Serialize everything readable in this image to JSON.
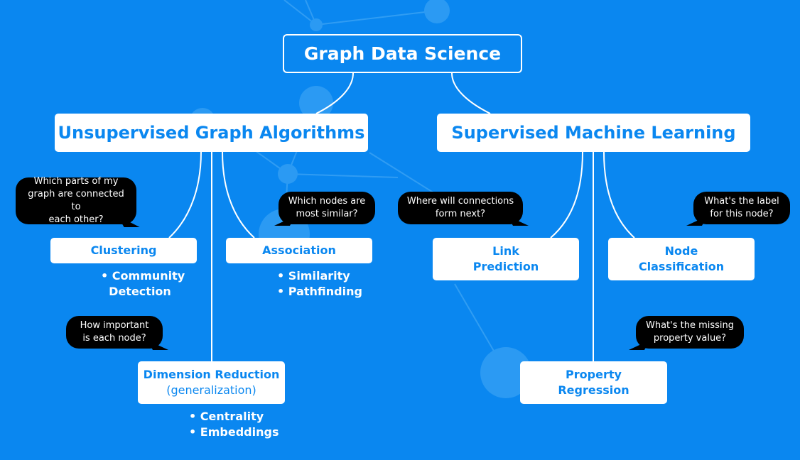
{
  "root": {
    "label": "Graph Data Science"
  },
  "categories": {
    "unsupervised": {
      "label": "Unsupervised Graph Algorithms"
    },
    "supervised": {
      "label": "Supervised Machine Learning"
    }
  },
  "nodes": {
    "clustering": {
      "label": "Clustering",
      "bullets": [
        "• Community",
        "Detection"
      ],
      "question": [
        "Which parts of my",
        "graph are connected to",
        "each other?"
      ]
    },
    "association": {
      "label": "Association",
      "bullets": [
        "• Similarity",
        "• Pathfinding"
      ],
      "question": [
        "Which nodes are",
        "most similar?"
      ]
    },
    "dimension_reduction": {
      "label": "Dimension Reduction",
      "sublabel": "(generalization)",
      "bullets": [
        "• Centrality",
        "• Embeddings"
      ],
      "question": [
        "How important",
        "is each node?"
      ]
    },
    "link_prediction": {
      "label_lines": [
        "Link",
        "Prediction"
      ],
      "question": [
        "Where will connections",
        "form next?"
      ]
    },
    "node_classification": {
      "label_lines": [
        "Node",
        "Classification"
      ],
      "question": [
        "What's the label",
        "for this node?"
      ]
    },
    "property_regression": {
      "label_lines": [
        "Property",
        "Regression"
      ],
      "question": [
        "What's the missing",
        "property value?"
      ]
    }
  },
  "colors": {
    "background": "#0a87f0",
    "box": "#ffffff",
    "accent_text": "#0a87f0",
    "bubble": "#000000",
    "connector": "#ffffff"
  }
}
